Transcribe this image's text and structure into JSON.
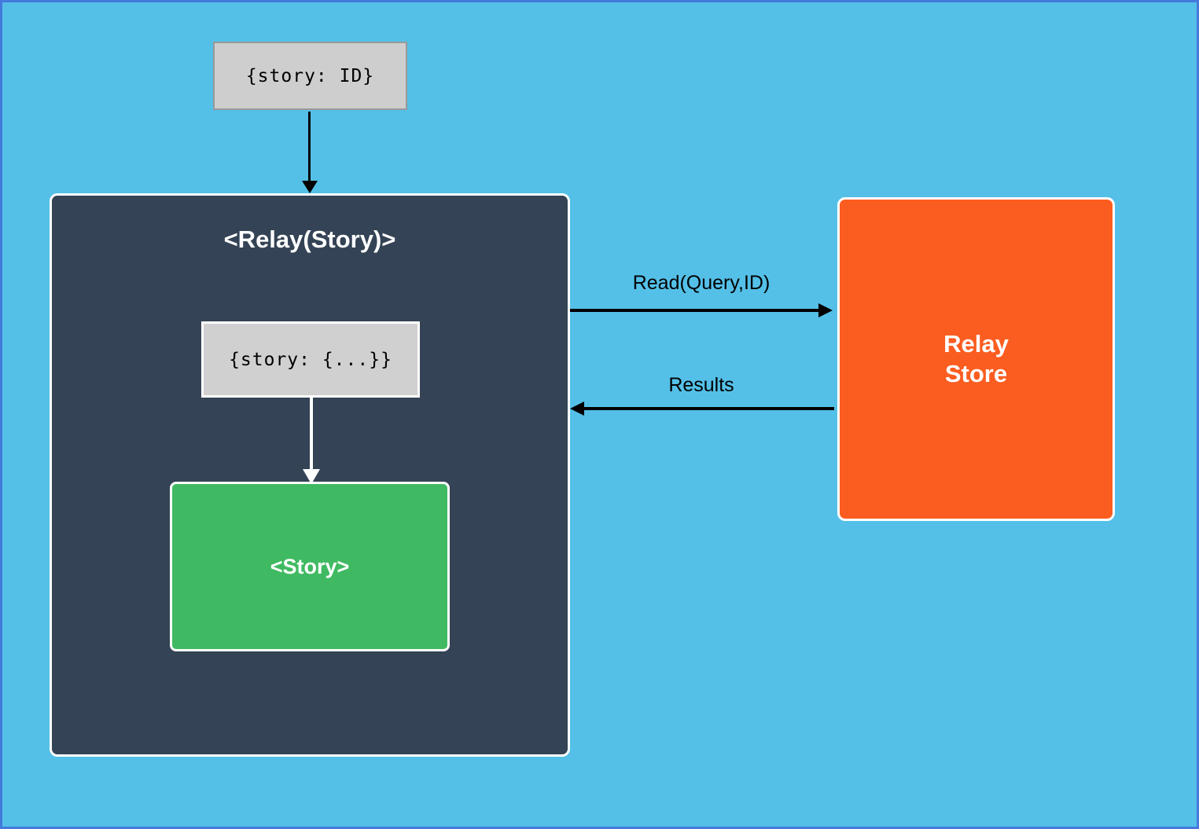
{
  "nodes": {
    "query_box": {
      "label": "{story: ID}"
    },
    "relay_component": {
      "title": "<Relay(Story)>"
    },
    "props_box": {
      "label": "{story: {...}}"
    },
    "story_component": {
      "label": "<Story>"
    },
    "relay_store": {
      "label_line1": "Relay",
      "label_line2": "Store"
    }
  },
  "arrows": {
    "read": {
      "label": "Read(Query,ID)",
      "direction": "right"
    },
    "results": {
      "label": "Results",
      "direction": "left"
    }
  },
  "colors": {
    "page_background": "#54c0e8",
    "page_border": "#4579dc",
    "relay_component_bg": "#344355",
    "story_green": "#40ba62",
    "store_orange": "#fb5d20",
    "query_box_gray": "#cecece",
    "query_box_border": "#999999",
    "arrow_black": "#000000",
    "arrow_white": "#ffffff",
    "text_white": "#ffffff",
    "text_black": "#000000"
  }
}
